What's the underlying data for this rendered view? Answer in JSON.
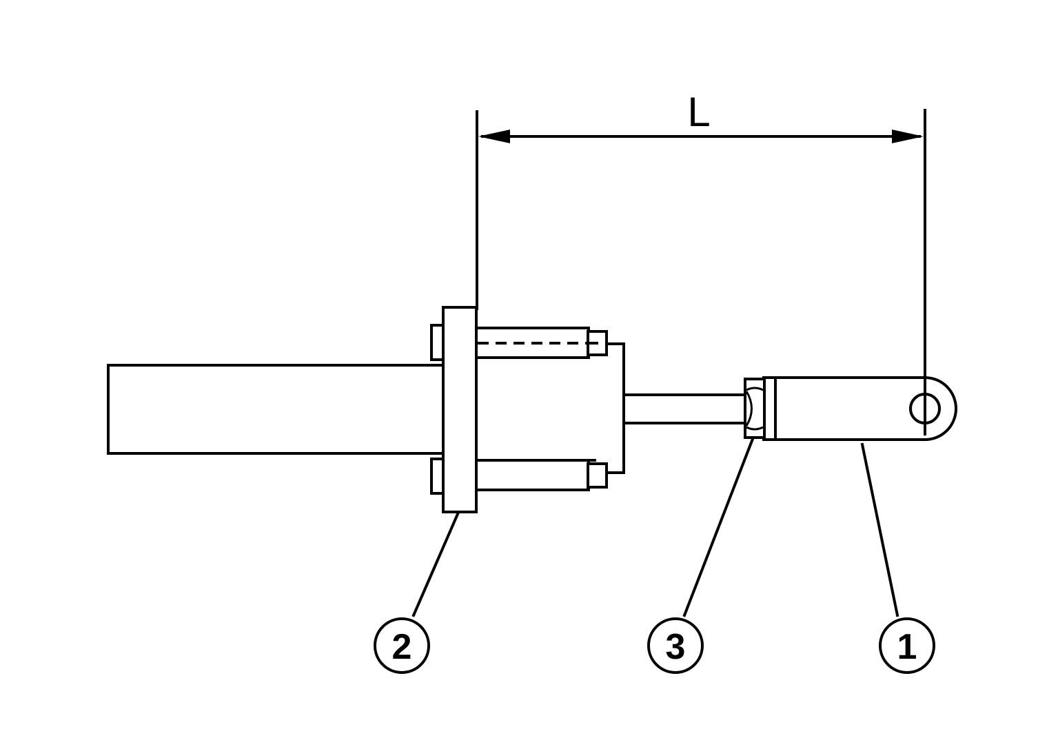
{
  "dimension": {
    "label": "L"
  },
  "callouts": [
    {
      "id": "callout-1",
      "label": "1"
    },
    {
      "id": "callout-2",
      "label": "2"
    },
    {
      "id": "callout-3",
      "label": "3"
    }
  ],
  "colors": {
    "line": "#000000",
    "background": "#ffffff"
  }
}
